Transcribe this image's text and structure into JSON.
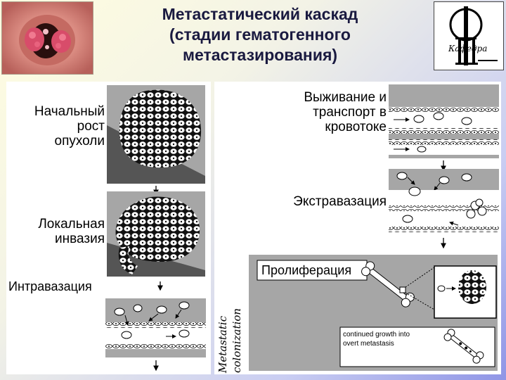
{
  "title_lines": [
    "Метастатический каскад",
    "(стадии гематогенного",
    "метастазирования)"
  ],
  "logo": {
    "letter": "Ф",
    "text": "Кафедра"
  },
  "left_stages": {
    "initial_growth": [
      "Начальный",
      "рост",
      "опухоли"
    ],
    "local_invasion": [
      "Локальная",
      "инвазия"
    ],
    "intravasation": "Интравазация"
  },
  "right_stages": {
    "survival": [
      "Выживание и",
      "транспорт в",
      "кровотоке"
    ],
    "extravasation": "Экстравазация",
    "proliferation": "Пролиферация",
    "colonization": [
      "Metastatic",
      "colonization"
    ],
    "continued_growth": [
      "continued growth into",
      "overt metastasis"
    ]
  }
}
